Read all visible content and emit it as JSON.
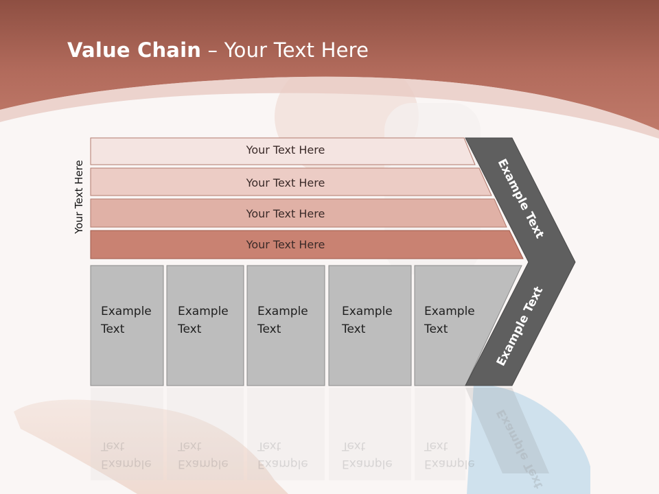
{
  "slide": {
    "title_bold": "Value Chain",
    "title_rest": " – Your Text Here",
    "vertical_label": "Your Text Here"
  },
  "bands": [
    {
      "label": "Your Text Here",
      "color": "#f4e4e1"
    },
    {
      "label": "Your Text Here",
      "color": "#ecccc5"
    },
    {
      "label": "Your Text Here",
      "color": "#e0b1a6"
    },
    {
      "label": "Your Text Here",
      "color": "#c98272"
    }
  ],
  "boxes": [
    {
      "line1": "Example",
      "line2": "Text"
    },
    {
      "line1": "Example",
      "line2": "Text"
    },
    {
      "line1": "Example",
      "line2": "Text"
    },
    {
      "line1": "Example",
      "line2": "Text"
    },
    {
      "line1": "Example",
      "line2": "Text"
    }
  ],
  "chevron": {
    "upper_label": "Example Text",
    "lower_label": "Example Text"
  },
  "colors": {
    "header": "#b86a5a",
    "box_fill": "#bdbdbd",
    "chevron_fill": "#5f5f5f"
  }
}
